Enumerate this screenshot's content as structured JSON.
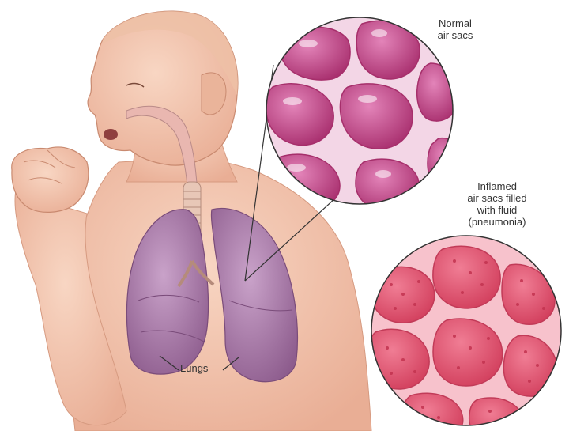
{
  "labels": {
    "normal": {
      "line1": "Normal",
      "line2": "air sacs"
    },
    "inflamed": {
      "line1": "Inflamed",
      "line2": "air sacs filled",
      "line3": "with fluid",
      "line4": "(pneumonia)"
    },
    "lungs": "Lungs"
  },
  "colors": {
    "skin": "#f2c4ae",
    "skin_shadow": "#e2a78d",
    "lung": "#b488b4",
    "lung_dark": "#8f5f8f",
    "normal_sac": "#c4438c",
    "normal_tissue": "#f3d6e6",
    "inflamed_sac": "#e4506e",
    "inflamed_tissue": "#f7c2cc",
    "line": "#333333"
  }
}
